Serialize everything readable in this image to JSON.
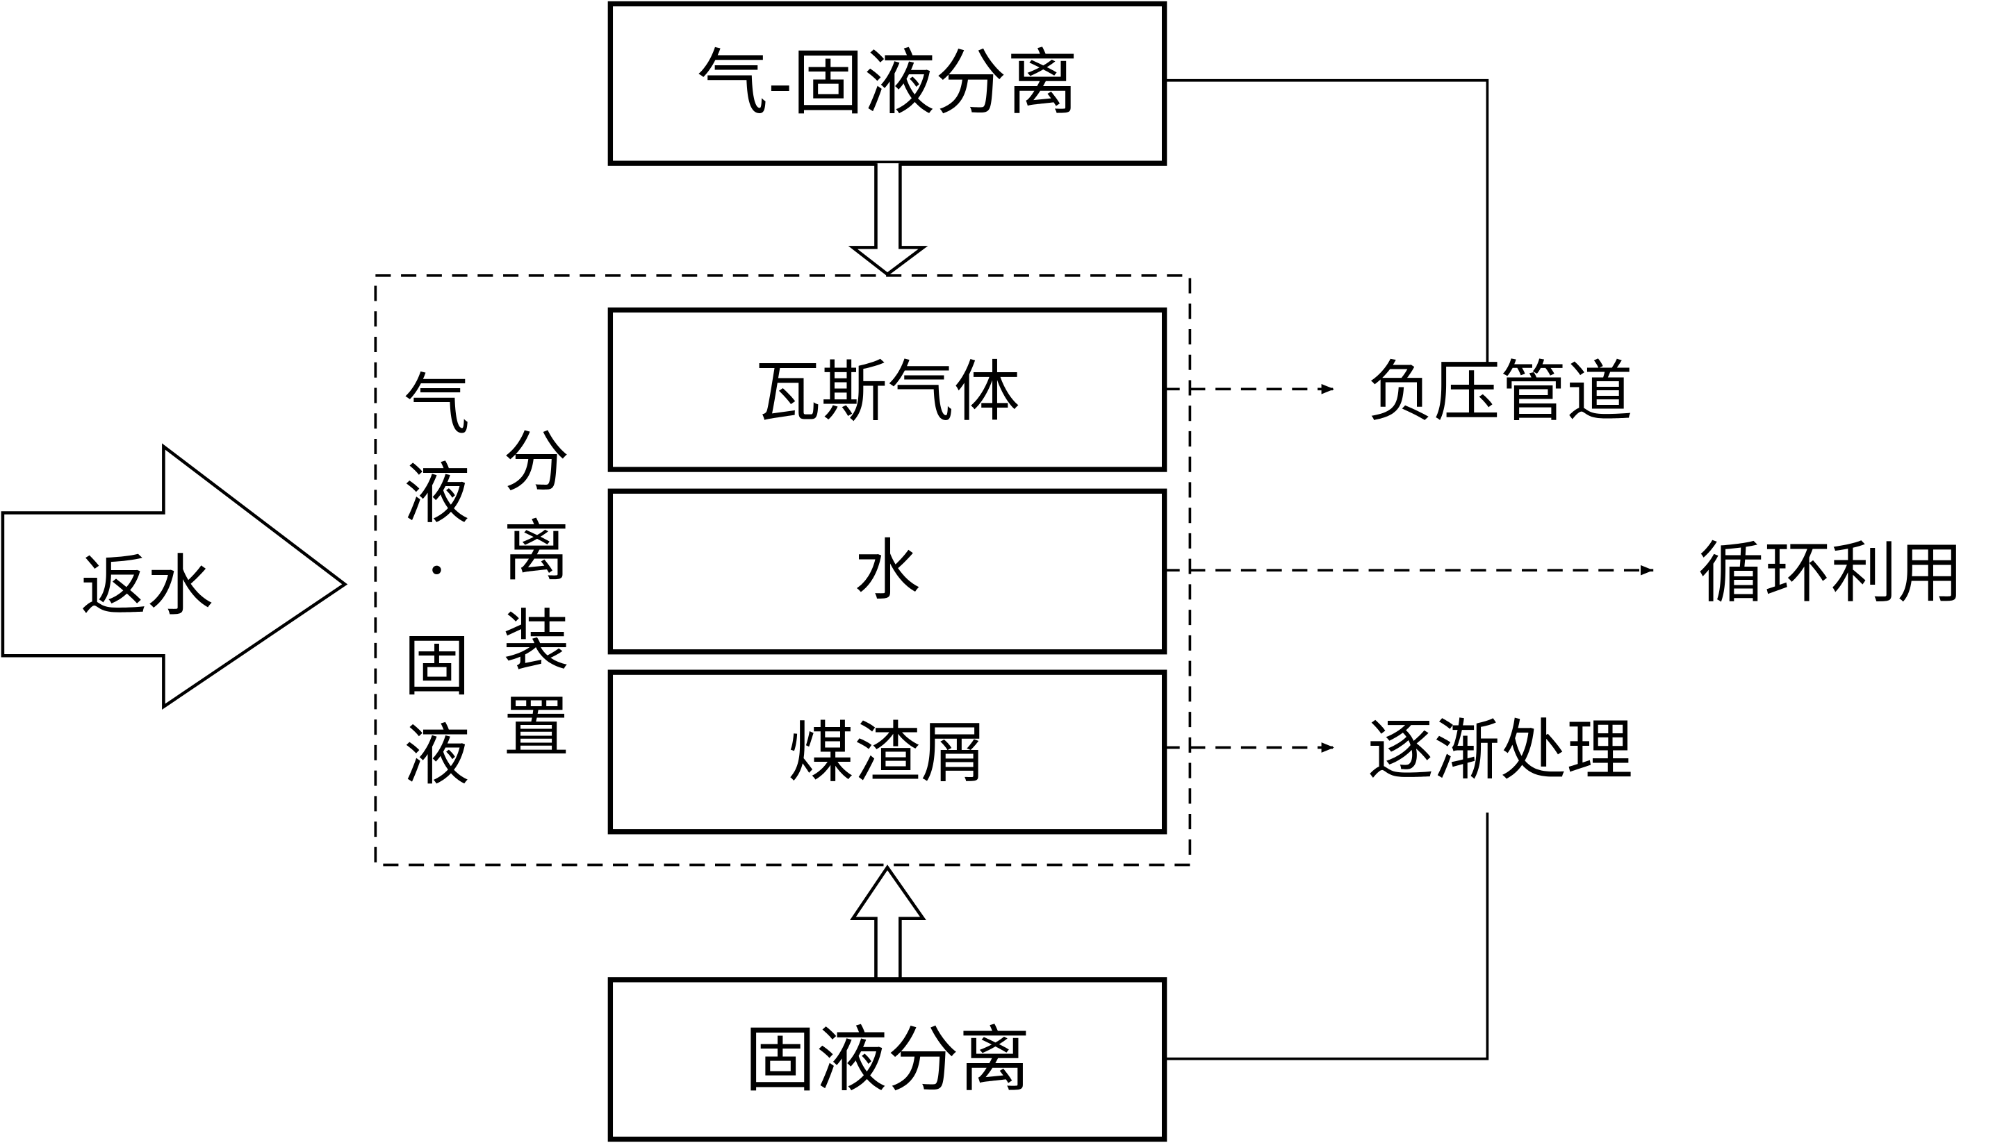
{
  "diagram": {
    "top_box": {
      "label": "气-固液分离"
    },
    "bottom_box": {
      "label": "固液分离"
    },
    "inlet": {
      "label": "返水"
    },
    "separator": {
      "left_label_chars": [
        "气",
        "液",
        "·",
        "固",
        "液"
      ],
      "right_label_chars": [
        "分",
        "离",
        "装",
        "置"
      ],
      "outputs": [
        {
          "label": "瓦斯气体",
          "destination": "负压管道"
        },
        {
          "label": "水",
          "destination": "循环利用"
        },
        {
          "label": "煤渣屑",
          "destination": "逐渐处理"
        }
      ]
    },
    "colors": {
      "stroke": "#000000",
      "background": "#ffffff"
    }
  }
}
